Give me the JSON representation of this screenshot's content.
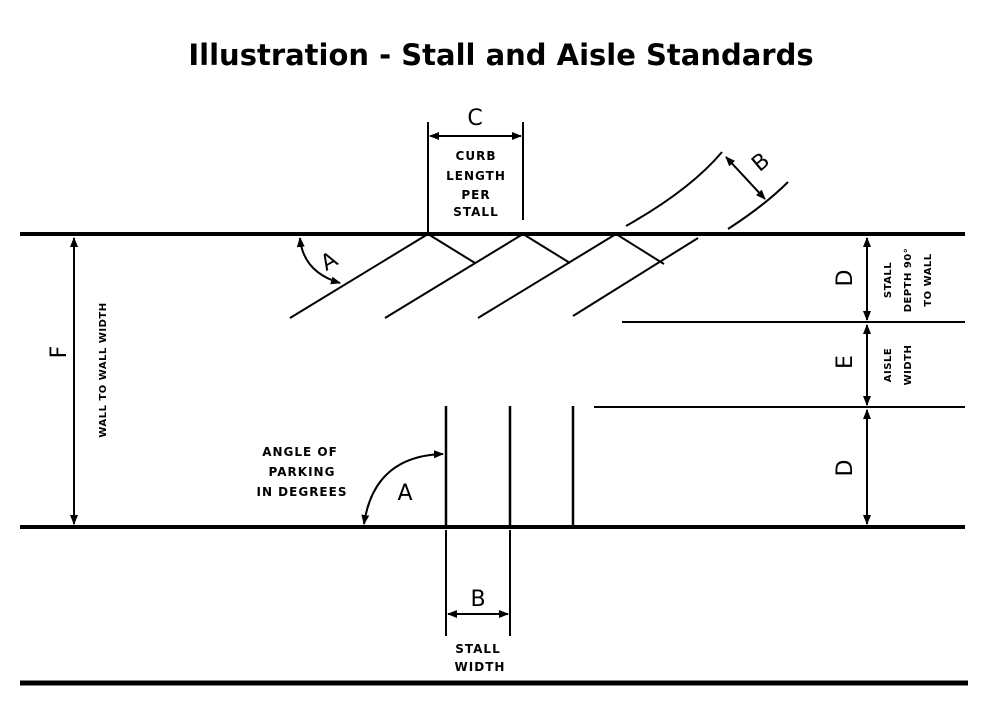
{
  "title": "Illustration - Stall and Aisle Standards",
  "labels": {
    "c": "C",
    "curb_length": [
      "CURB",
      "LENGTH",
      "PER",
      "STALL"
    ],
    "b_top": "B",
    "a_top": "A",
    "d_top": "D",
    "stall_depth": [
      "STALL",
      "DEPTH 90°",
      "TO WALL"
    ],
    "e": "E",
    "aisle_width": [
      "AISLE",
      "WIDTH"
    ],
    "d_bottom": "D",
    "f": "F",
    "wall_to_wall": "WALL TO WALL WIDTH",
    "angle_of_parking": [
      "ANGLE OF",
      "PARKING",
      "IN DEGREES"
    ],
    "a_bottom": "A",
    "b_bottom": "B",
    "stall_width": [
      "STALL",
      "WIDTH"
    ]
  }
}
